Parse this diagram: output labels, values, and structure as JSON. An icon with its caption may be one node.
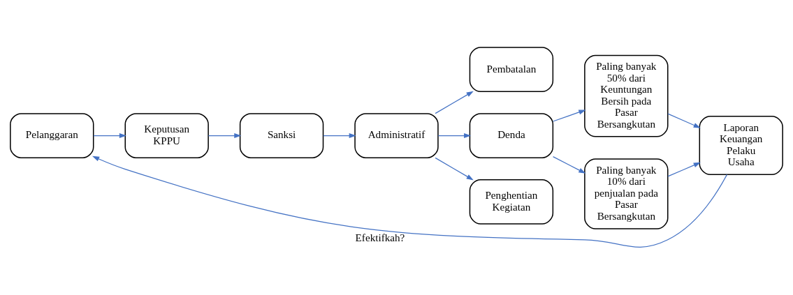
{
  "diagram": {
    "nodes": [
      {
        "text": [
          "Pelanggaran"
        ]
      },
      {
        "text": [
          "Keputusan KPPU"
        ]
      },
      {
        "text": [
          "Sanksi"
        ]
      },
      {
        "text": [
          "Administratif"
        ]
      },
      {
        "text": [
          "Pembatalan"
        ]
      },
      {
        "text": [
          "Denda"
        ]
      },
      {
        "text": [
          "Penghentian Kegiatan"
        ]
      },
      {
        "text": [
          "Paling banyak 50% dari Keuntungan Bersih pada Pasar Bersangkutan"
        ]
      },
      {
        "text": [
          "Paling banyak 10% dari penjualan pada Pasar Bersangkutan"
        ]
      },
      {
        "text": [
          "Laporan Keuangan Pelaku Usaha"
        ]
      }
    ],
    "edges": [
      {
        "from": 0,
        "to": 1,
        "arrow": "to"
      },
      {
        "from": 1,
        "to": 2,
        "arrow": "to"
      },
      {
        "from": 2,
        "to": 3,
        "arrow": "to"
      },
      {
        "from": 3,
        "to": 4,
        "arrow": "to"
      },
      {
        "from": 3,
        "to": 5,
        "arrow": "to"
      },
      {
        "from": 3,
        "to": 6,
        "arrow": "to"
      },
      {
        "from": 5,
        "to": 7,
        "arrow": "to"
      },
      {
        "from": 5,
        "to": 8,
        "arrow": "to"
      },
      {
        "from": 7,
        "to": 9,
        "arrow": "to"
      },
      {
        "from": 8,
        "to": 9,
        "arrow": "to"
      },
      {
        "from": 9,
        "to": 0,
        "label": "Efektifkah?",
        "arrow": "to"
      }
    ]
  }
}
